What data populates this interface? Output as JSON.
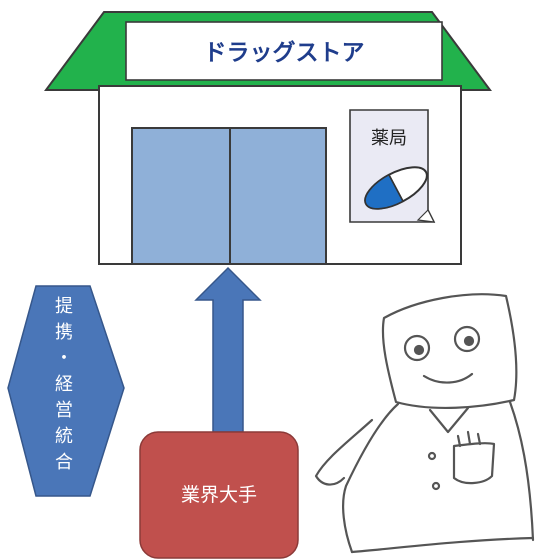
{
  "store": {
    "sign_text": "ドラッグストア",
    "pharmacy_label": "薬局",
    "roof_color": "#22b24c",
    "door_color": "#8fb0d8"
  },
  "alliance": {
    "label_chars": [
      "提",
      "携",
      "・",
      "経",
      "営",
      "統",
      "合"
    ],
    "color": "#4a76b8"
  },
  "major_company": {
    "label": "業界大手",
    "color": "#c0504d"
  },
  "arrow": {
    "color": "#4a76b8",
    "direction": "up"
  },
  "character": {
    "name": "pharmacist-character"
  }
}
